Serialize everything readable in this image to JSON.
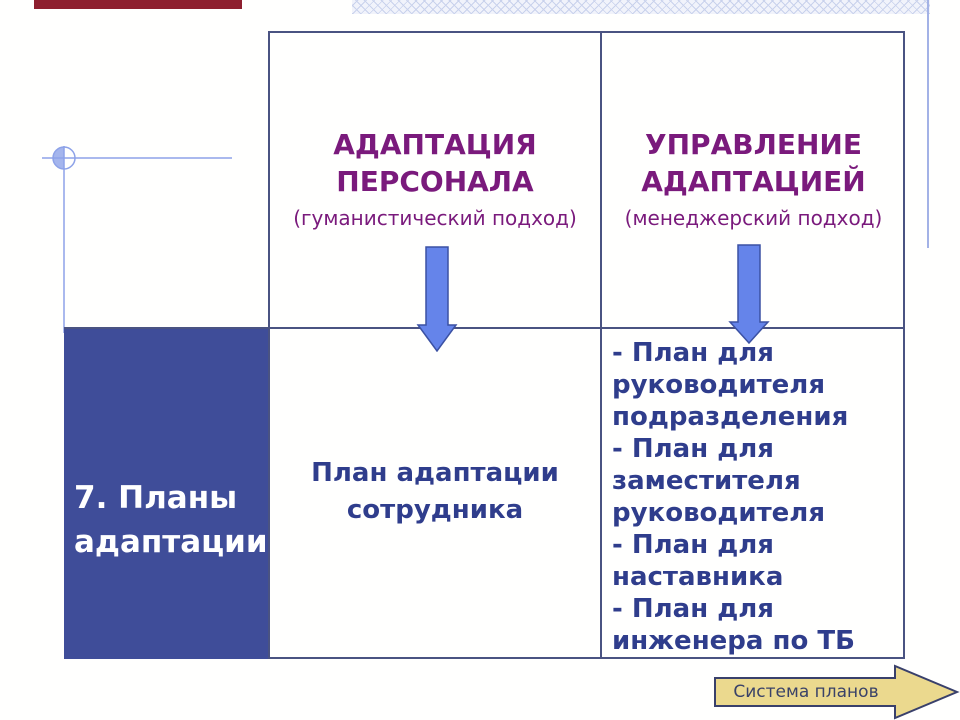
{
  "slide": {
    "background": "#FFFFFE",
    "accent_bar_color": "#8E1F2F"
  },
  "table": {
    "border_color": "#4A5382",
    "row_label": "7. Планы адаптации",
    "row_label_bg": "#3F4D99",
    "title_color": "#7A1A7C",
    "content_color": "#2F3D8C",
    "columns": [
      {
        "title": "АДАПТАЦИЯ ПЕРСОНАЛА",
        "subtitle": "(гуманистический подход)",
        "content": "План адаптации сотрудника"
      },
      {
        "title": "УПРАВЛЕНИЕ АДАПТАЦИЕЙ",
        "subtitle": "(менеджерский подход)",
        "items": [
          "- План для руководителя подразделения",
          "- План для заместителя руководителя",
          "- План для наставника",
          "- План для инженера по ТБ"
        ]
      }
    ]
  },
  "arrows": {
    "down_fill": "#6584EA",
    "down_stroke": "#3B51A3"
  },
  "footer_arrow": {
    "label": "Система планов",
    "fill": "#EBD98E",
    "stroke": "#39406B",
    "text_color": "#3A4268"
  },
  "decor": {
    "line_color": "#8DA2E8",
    "pattern_color": "#C9D2EC"
  }
}
